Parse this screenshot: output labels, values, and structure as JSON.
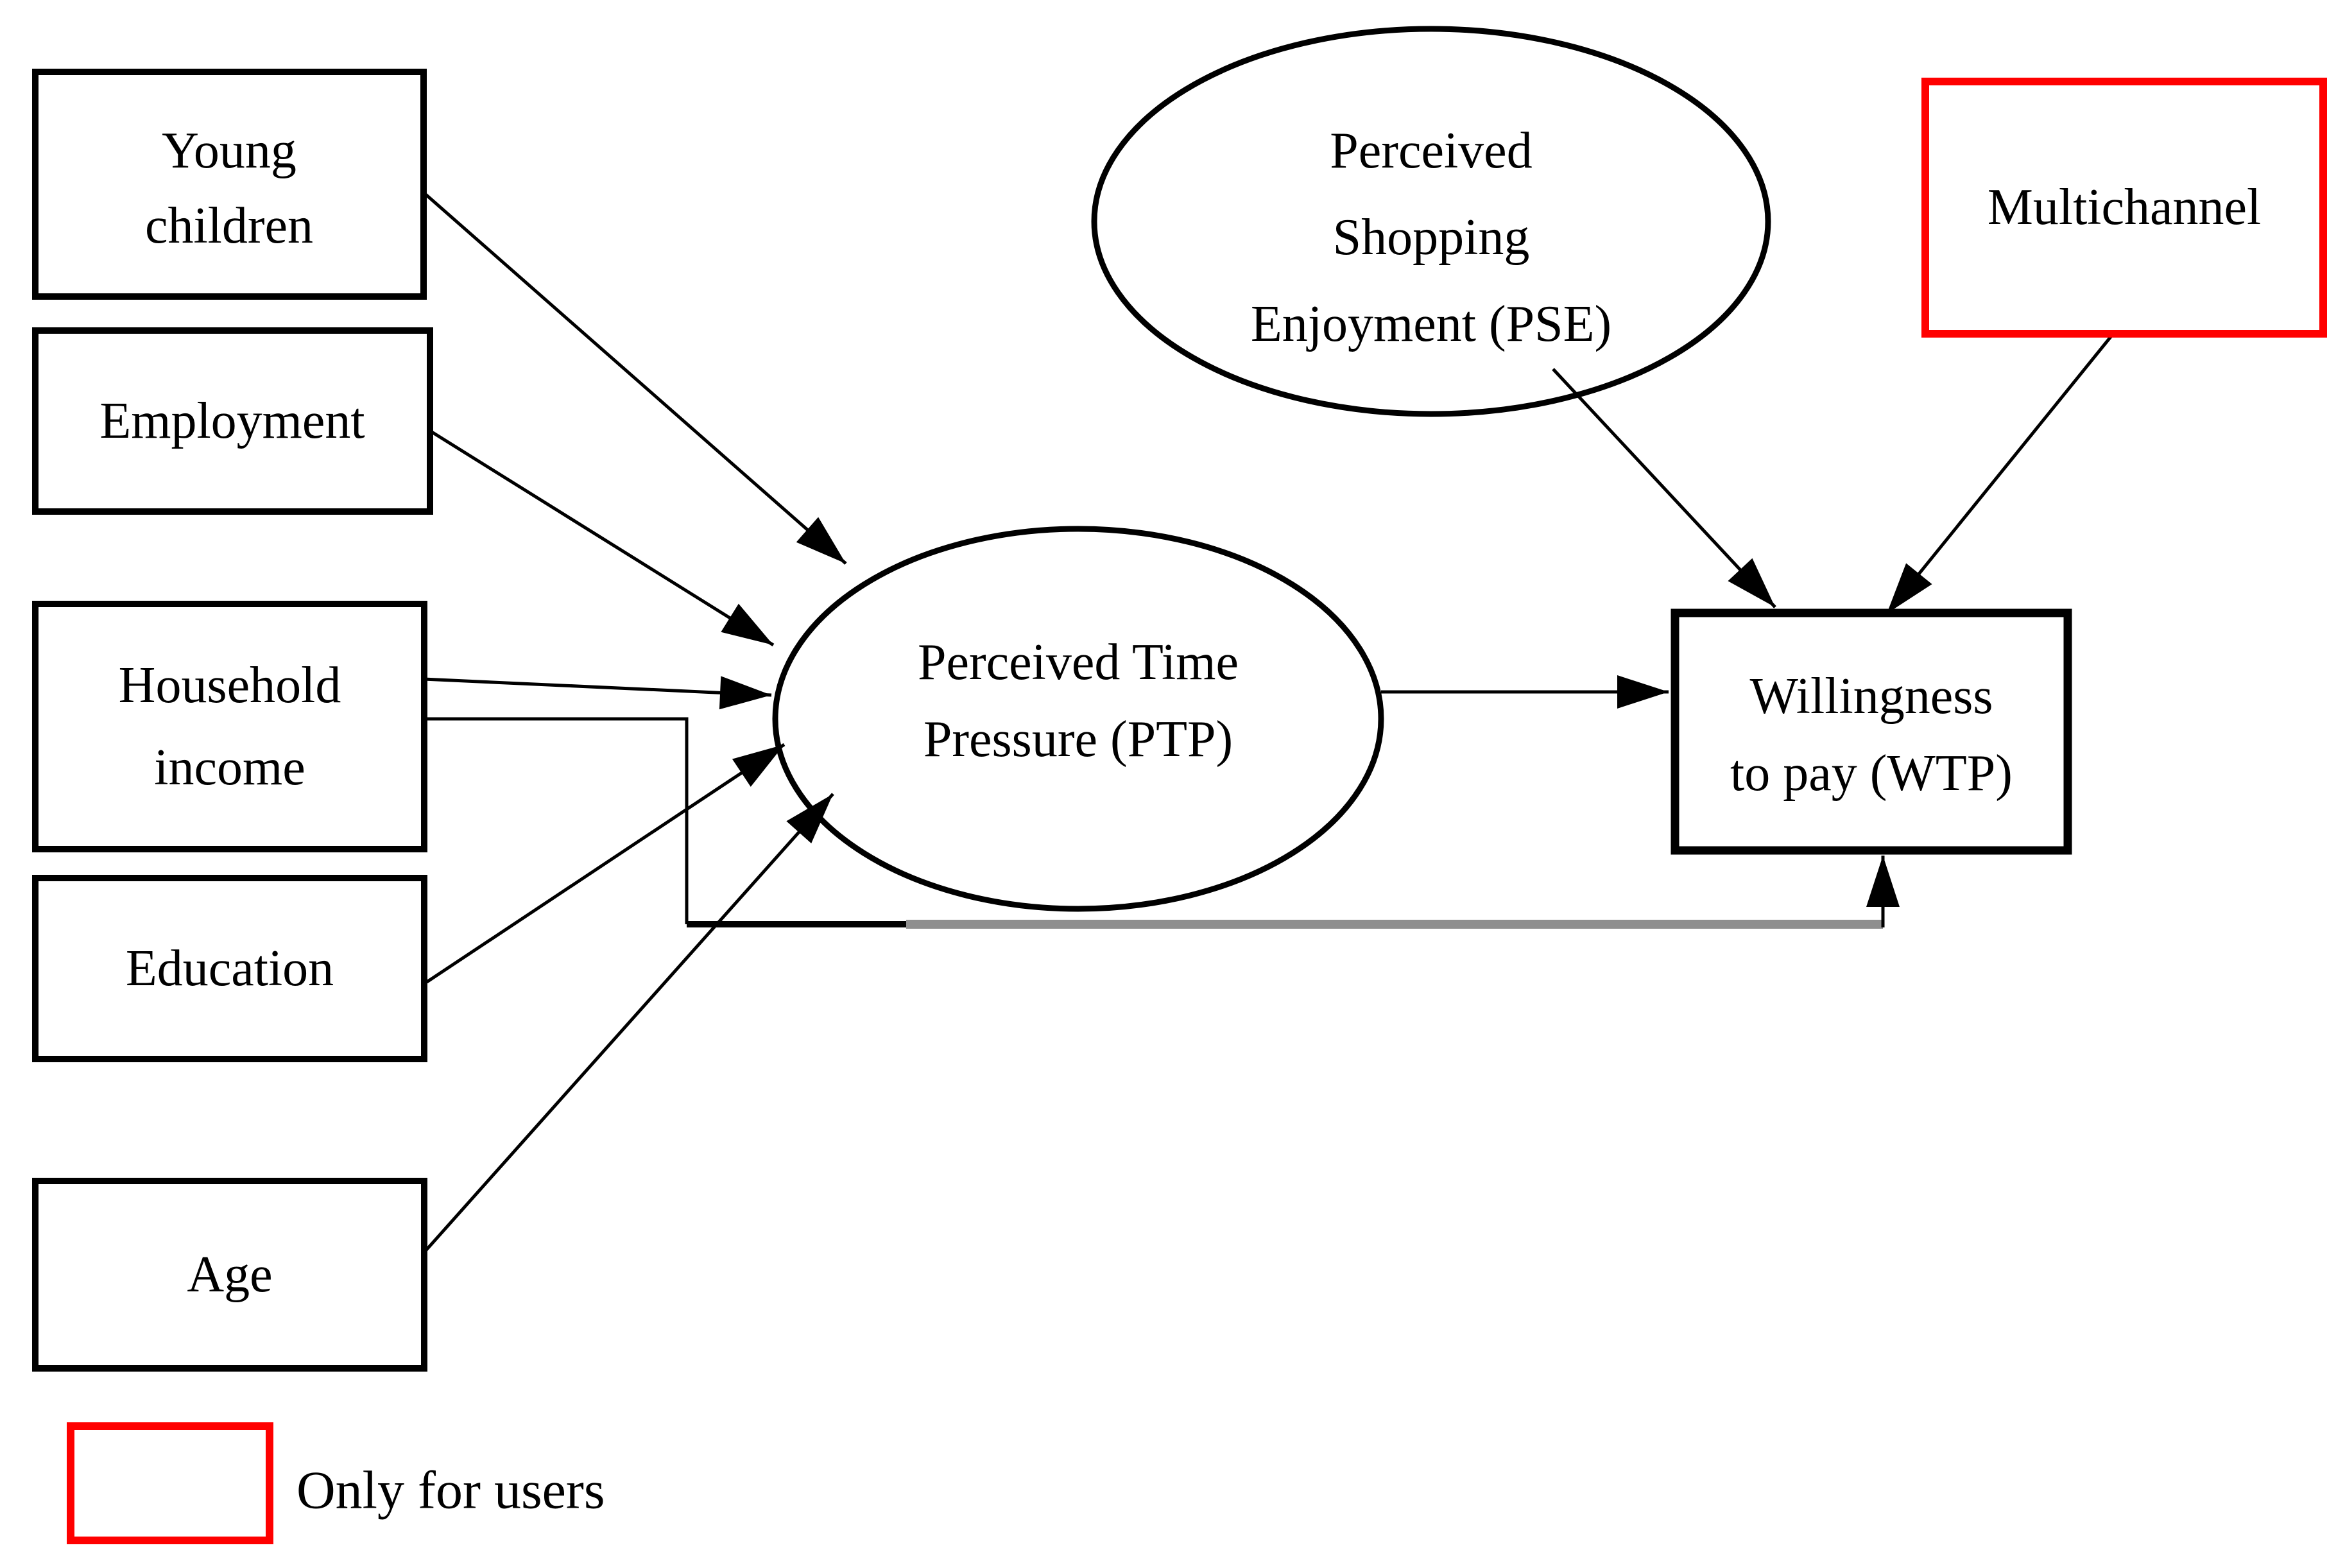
{
  "figure": {
    "kind": "conceptual-path-model",
    "background": "#ffffff"
  },
  "colors": {
    "line": "#000000",
    "text": "#000000",
    "highlight": "#ff0000",
    "bypass_gray": "#8f8f8f"
  },
  "nodes": {
    "young_children": {
      "shape": "rectangle",
      "lines": [
        "Young",
        "children"
      ]
    },
    "employment": {
      "shape": "rectangle",
      "lines": [
        "Employment"
      ]
    },
    "household_income": {
      "shape": "rectangle",
      "lines": [
        "Household",
        "income"
      ]
    },
    "education": {
      "shape": "rectangle",
      "lines": [
        "Education"
      ]
    },
    "age": {
      "shape": "rectangle",
      "lines": [
        "Age"
      ]
    },
    "ptp": {
      "shape": "ellipse",
      "lines": [
        "Perceived Time",
        "Pressure (PTP)"
      ]
    },
    "pse": {
      "shape": "ellipse",
      "lines": [
        "Perceived",
        "Shopping",
        "Enjoyment (PSE)"
      ]
    },
    "multichannel": {
      "shape": "rectangle",
      "highlighted": true,
      "lines": [
        "Multichannel"
      ]
    },
    "wtp": {
      "shape": "rectangle",
      "lines": [
        "Willingness",
        "to pay (WTP)"
      ]
    }
  },
  "edges": [
    {
      "from": "young_children",
      "to": "ptp",
      "style": "straight-arrow"
    },
    {
      "from": "employment",
      "to": "ptp",
      "style": "straight-arrow"
    },
    {
      "from": "household_income",
      "to": "ptp",
      "style": "straight-arrow"
    },
    {
      "from": "education",
      "to": "ptp",
      "style": "straight-arrow"
    },
    {
      "from": "age",
      "to": "ptp",
      "style": "straight-arrow"
    },
    {
      "from": "household_income",
      "to": "wtp",
      "style": "elbow-arrow-gray"
    },
    {
      "from": "ptp",
      "to": "wtp",
      "style": "straight-arrow"
    },
    {
      "from": "pse",
      "to": "wtp",
      "style": "straight-arrow"
    },
    {
      "from": "multichannel",
      "to": "wtp",
      "style": "straight-arrow"
    }
  ],
  "legend": {
    "swatch": "red-outline-rectangle",
    "label": "Only for users"
  }
}
